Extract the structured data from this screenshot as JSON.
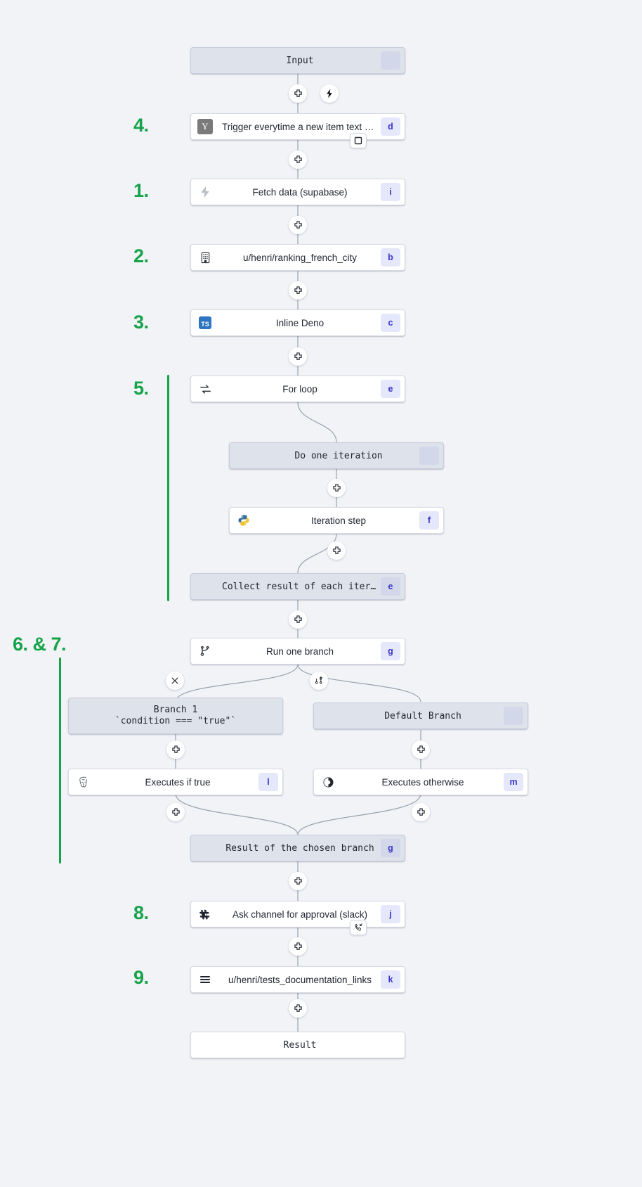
{
  "canvas": {
    "background": "#f1f3f7",
    "accent_green": "#16a34a",
    "badge_bg": "#e5e7fb",
    "badge_fg": "#3b36c9"
  },
  "steps": [
    {
      "id": "s4",
      "label": "4."
    },
    {
      "id": "s1",
      "label": "1."
    },
    {
      "id": "s2",
      "label": "2."
    },
    {
      "id": "s3",
      "label": "3."
    },
    {
      "id": "s5",
      "label": "5."
    },
    {
      "id": "s67",
      "label": "6. & 7."
    },
    {
      "id": "s8",
      "label": "8."
    },
    {
      "id": "s9",
      "label": "9."
    }
  ],
  "nodes": {
    "input": {
      "label": "Input",
      "badge": "",
      "icon": "none"
    },
    "trigger": {
      "label": "Trigger everytime a new item text o…",
      "badge": "d",
      "icon": "yaml-icon"
    },
    "fetch": {
      "label": "Fetch data (supabase)",
      "badge": "i",
      "icon": "supabase-icon"
    },
    "ranking": {
      "label": "u/henri/ranking_french_city",
      "badge": "b",
      "icon": "building-icon"
    },
    "inline_deno": {
      "label": "Inline Deno",
      "badge": "c",
      "icon": "typescript-icon"
    },
    "for_loop": {
      "label": "For loop",
      "badge": "e",
      "icon": "loop-icon"
    },
    "do_one_iteration": {
      "label": "Do one iteration",
      "badge": "",
      "icon": "none"
    },
    "iteration_step": {
      "label": "Iteration step",
      "badge": "f",
      "icon": "python-icon"
    },
    "collect_result": {
      "label": "Collect result of each iteration",
      "badge": "e",
      "icon": "none"
    },
    "run_one_branch": {
      "label": "Run one branch",
      "badge": "g",
      "icon": "branch-icon"
    },
    "branch_1_title": {
      "label": "Branch 1",
      "badge": "",
      "icon": "none"
    },
    "branch_1_cond": {
      "label": "`condition === \"true\"`",
      "badge": "",
      "icon": "none"
    },
    "default_branch": {
      "label": "Default Branch",
      "badge": "",
      "icon": "none"
    },
    "executes_if_true": {
      "label": "Executes if true",
      "badge": "l",
      "icon": "postgres-icon"
    },
    "executes_other": {
      "label": "Executes otherwise",
      "badge": "m",
      "icon": "bun-icon"
    },
    "result_chosen": {
      "label": "Result of the chosen branch",
      "badge": "g",
      "icon": "none"
    },
    "ask_approval": {
      "label": "Ask channel for approval (slack)",
      "badge": "j",
      "icon": "slack-icon"
    },
    "tests_docs": {
      "label": "u/henri/tests_documentation_links",
      "badge": "k",
      "icon": "menu-icon"
    },
    "result": {
      "label": "Result",
      "badge": "",
      "icon": "none"
    }
  },
  "edge_buttons": {
    "plus": "plus-icon",
    "bolt": "bolt-icon",
    "close": "close-icon",
    "add_branch": "add-branch-icon"
  },
  "chips": {
    "trigger_chip": "stop-square-icon",
    "approval_chip": "phone-incoming-icon"
  }
}
